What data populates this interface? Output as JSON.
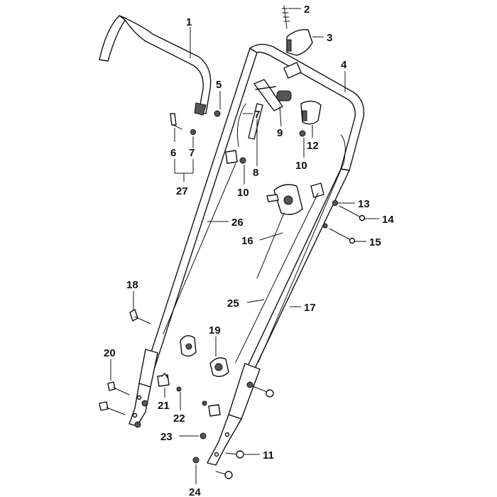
{
  "diagram": {
    "callouts": [
      "1",
      "2",
      "3",
      "4",
      "5",
      "6",
      "7",
      "7",
      "8",
      "9",
      "10",
      "10",
      "11",
      "12",
      "13",
      "14",
      "15",
      "16",
      "17",
      "18",
      "19",
      "20",
      "21",
      "22",
      "23",
      "24",
      "25",
      "26",
      "27"
    ]
  }
}
